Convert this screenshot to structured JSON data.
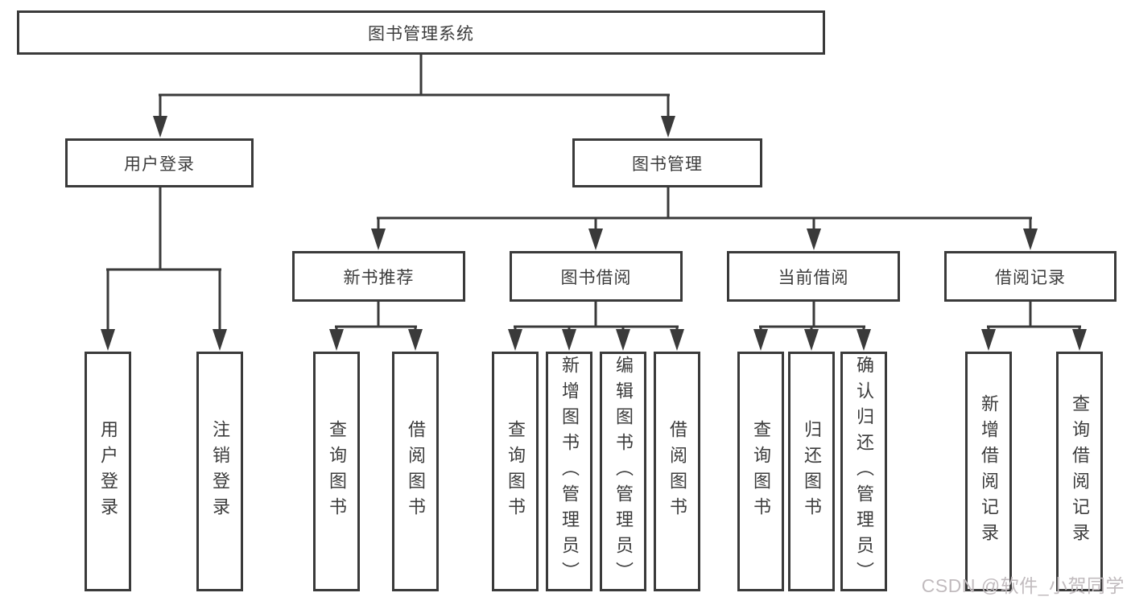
{
  "colors": {
    "line": "#3a3a3a",
    "text": "#3c3c3c",
    "watermark": "#c1bbbe",
    "background": "#ffffff"
  },
  "diagram": {
    "title": "图书管理系统",
    "level2": [
      {
        "label": "用户登录"
      },
      {
        "label": "图书管理"
      }
    ],
    "level3": [
      {
        "label": "新书推荐"
      },
      {
        "label": "图书借阅"
      },
      {
        "label": "当前借阅"
      },
      {
        "label": "借阅记录"
      }
    ],
    "leaves": {
      "user_login": [
        {
          "label": "用户登录"
        },
        {
          "label": "注销登录"
        }
      ],
      "new_book_recommend": [
        {
          "label": "查询图书"
        },
        {
          "label": "借阅图书"
        }
      ],
      "book_borrow": [
        {
          "label": "查询图书"
        },
        {
          "label": "新增图书（管理员）"
        },
        {
          "label": "编辑图书（管理员）"
        },
        {
          "label": "借阅图书"
        }
      ],
      "current_borrow": [
        {
          "label": "查询图书"
        },
        {
          "label": "归还图书"
        },
        {
          "label": "确认归还（管理员）"
        }
      ],
      "borrow_records": [
        {
          "label": "新增借阅记录"
        },
        {
          "label": "查询借阅记录"
        }
      ]
    }
  },
  "watermark": {
    "text": "CSDN @软件_小贺同学"
  }
}
